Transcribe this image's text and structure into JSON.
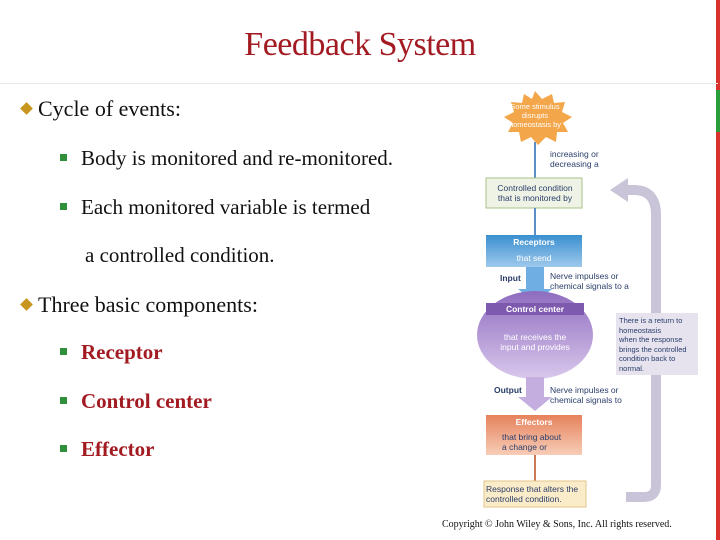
{
  "title": "Feedback System",
  "bullets": [
    {
      "text": "Cycle of events:",
      "subs": [
        "Body is monitored and re-monitored.",
        "Each monitored variable is termed",
        "a controlled condition."
      ]
    },
    {
      "text": "Three basic components:",
      "subs": [
        "Receptor",
        "Control center",
        "Effector"
      ]
    }
  ],
  "diagram": {
    "stimulus": [
      "Some stimulus",
      "disrupts",
      "homeostasis by"
    ],
    "increasing": [
      "increasing or",
      "decreasing a"
    ],
    "controlled_condition": [
      "Controlled condition",
      "that is monitored by"
    ],
    "receptors_title": "Receptors",
    "receptors_sub": "that send",
    "input": "Input",
    "nerve_impulses_1": [
      "Nerve impulses or",
      "chemical signals to a"
    ],
    "control_center_title": "Control center",
    "control_center_sub": [
      "that receives the",
      "input and provides"
    ],
    "return_text": [
      "There is a return to",
      "homeostasis",
      "when the response",
      "brings the controlled",
      "condition back to",
      "normal."
    ],
    "output": "Output",
    "nerve_impulses_2": [
      "Nerve impulses or",
      "chemical signals to"
    ],
    "effectors_title": "Effectors",
    "effectors_sub": [
      "that bring about",
      "a change or"
    ],
    "response": [
      "Response that alters the",
      "controlled condition."
    ]
  },
  "copyright": "Copyright © John Wiley & Sons, Inc. All rights reserved.",
  "colors": {
    "title": "#a31b22",
    "receptor_blue": "#3a8fd0",
    "control_purple": "#b79fd4",
    "effector_orange": "#e9906b",
    "stimulus_orange": "#f3a64a"
  }
}
